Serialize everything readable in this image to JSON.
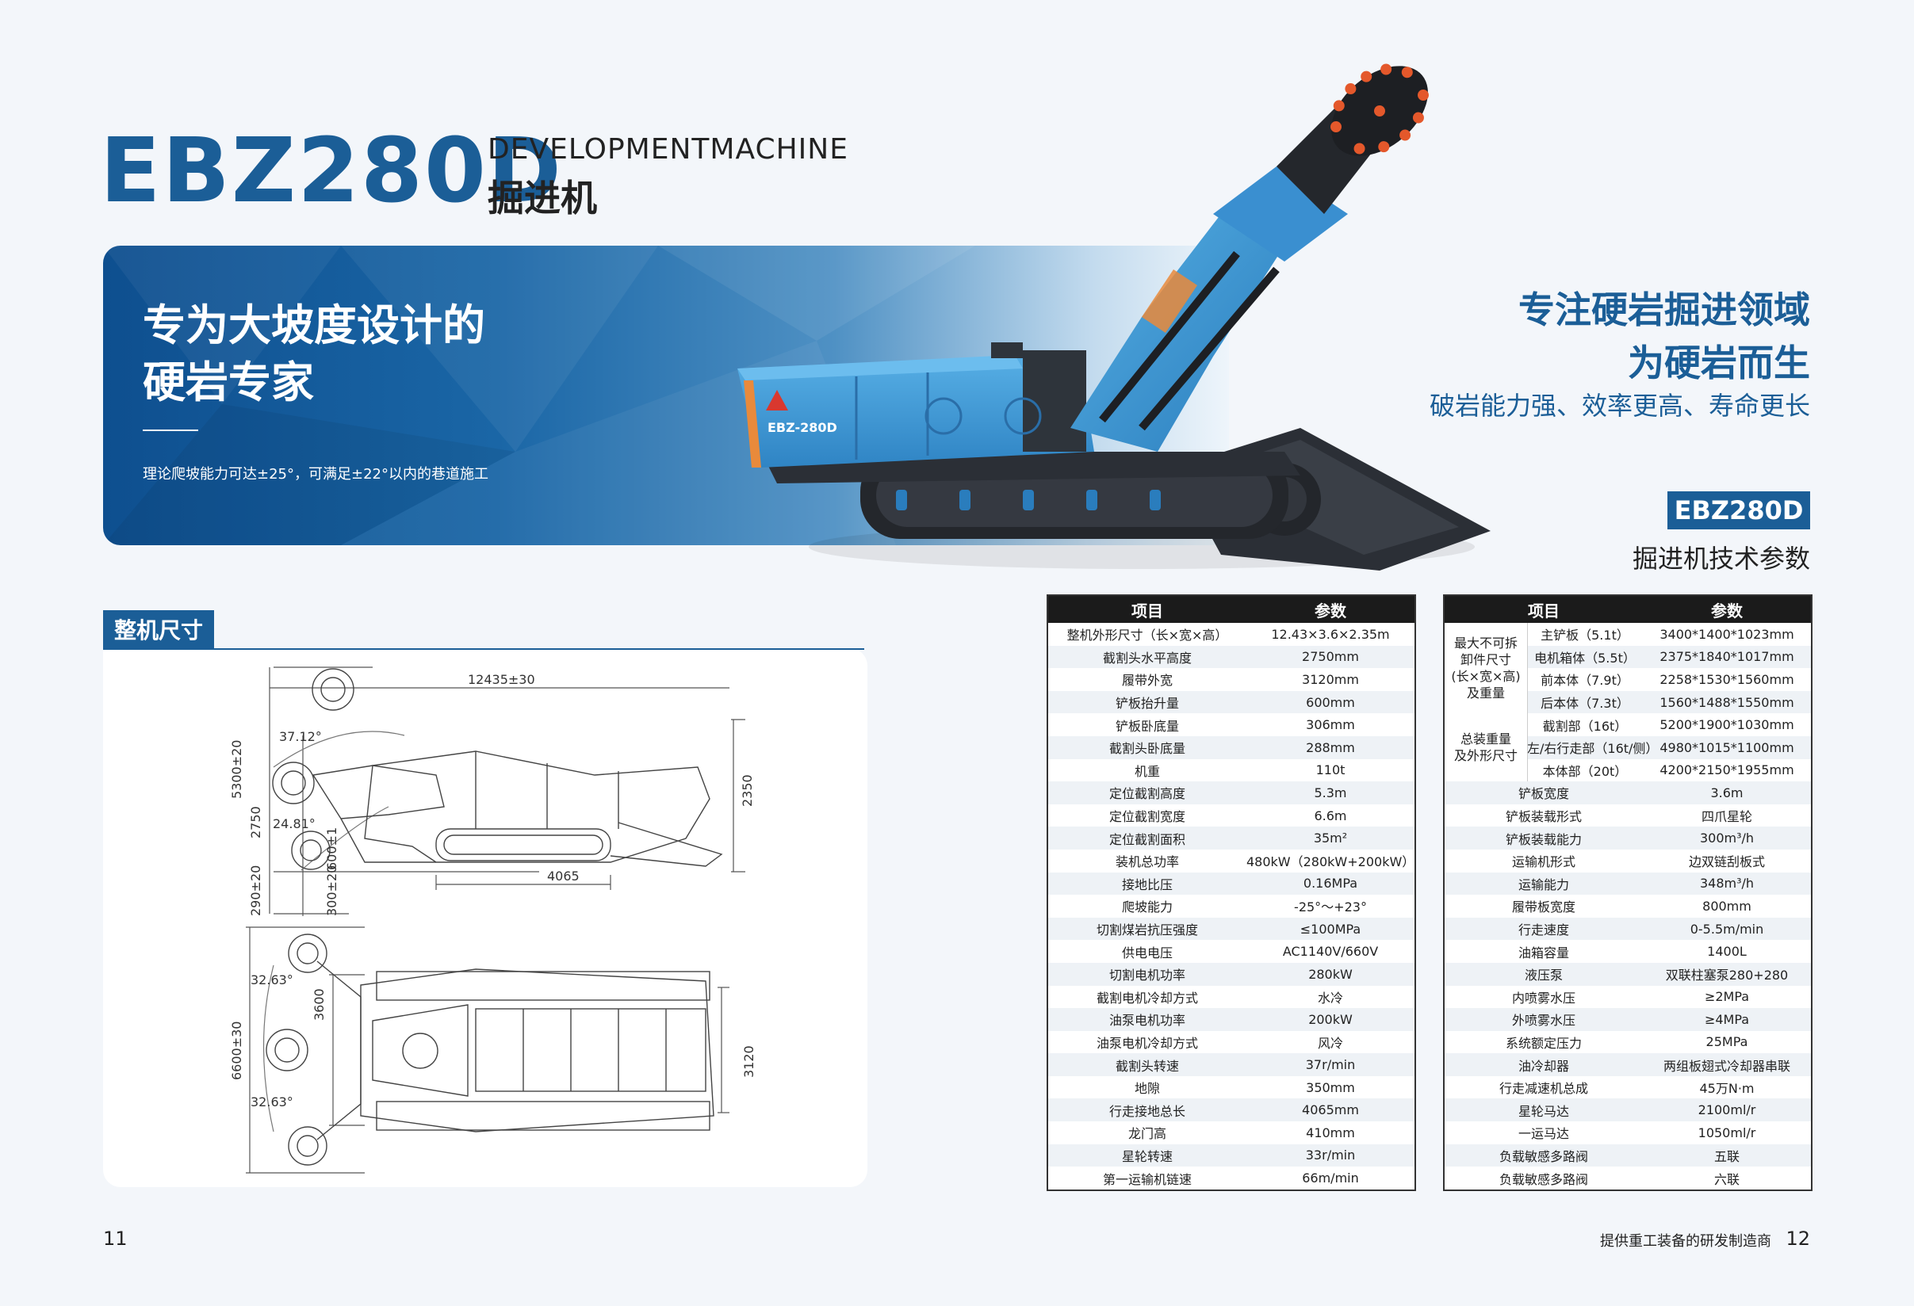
{
  "header": {
    "model": "EBZ280D",
    "subtitle_en": "DEVELOPMENTMACHINE",
    "subtitle_cn": "掘进机"
  },
  "banner": {
    "headline": "专为大坡度设计的\n硬岩专家",
    "note": "理论爬坡能力可达±25°，可满足±22°以内的巷道施工"
  },
  "taglines": {
    "line1": "专注硬岩掘进领域",
    "line2": "为硬岩而生",
    "line3": "破岩能力强、效率更高、寿命更长"
  },
  "machine": {
    "label": "EBZ-280D"
  },
  "spec_badge": {
    "model": "EBZ280D",
    "caption": "掘进机技术参数"
  },
  "dimensions": {
    "label": "整机尺寸",
    "side": {
      "length": "12435±30",
      "angle_top": "37.12°",
      "angle_bottom": "24.81°",
      "height_total": "5300±20",
      "height_cut": "2750",
      "depth_below": "290±20",
      "gap_300": "300±20",
      "shovel_600": "600±1",
      "track": "4065",
      "height_body": "2350"
    },
    "plan": {
      "angle_top": "32.63°",
      "angle_bottom": "32.63°",
      "width_total": "6600±30",
      "width_3600": "3600",
      "width_body": "3120"
    }
  },
  "table1": {
    "headers": [
      "项目",
      "参数"
    ],
    "rows": [
      [
        "整机外形尺寸（长×宽×高）",
        "12.43×3.6×2.35m"
      ],
      [
        "截割头水平高度",
        "2750mm"
      ],
      [
        "履带外宽",
        "3120mm"
      ],
      [
        "铲板抬升量",
        "600mm"
      ],
      [
        "铲板卧底量",
        "306mm"
      ],
      [
        "截割头卧底量",
        "288mm"
      ],
      [
        "机重",
        "110t"
      ],
      [
        "定位截割高度",
        "5.3m"
      ],
      [
        "定位截割宽度",
        "6.6m"
      ],
      [
        "定位截割面积",
        "35m²"
      ],
      [
        "装机总功率",
        "480kW（280kW+200kW）"
      ],
      [
        "接地比压",
        "0.16MPa"
      ],
      [
        "爬坡能力",
        "-25°～+23°"
      ],
      [
        "切割煤岩抗压强度",
        "≤100MPa"
      ],
      [
        "供电电压",
        "AC1140V/660V"
      ],
      [
        "切割电机功率",
        "280kW"
      ],
      [
        "截割电机冷却方式",
        "水冷"
      ],
      [
        "油泵电机功率",
        "200kW"
      ],
      [
        "油泵电机冷却方式",
        "风冷"
      ],
      [
        "截割头转速",
        "37r/min"
      ],
      [
        "地隙",
        "350mm"
      ],
      [
        "行走接地总长",
        "4065mm"
      ],
      [
        "龙门高",
        "410mm"
      ],
      [
        "星轮转速",
        "33r/min"
      ],
      [
        "第一运输机链速",
        "66m/min"
      ]
    ]
  },
  "table2": {
    "headers": [
      "项目",
      "参数"
    ],
    "group1": "最大不可拆\n卸件尺寸\n(长×宽×高)\n及重量",
    "group2": "总装重量\n及外形尺寸",
    "rows": [
      [
        "主铲板（5.1t）",
        "3400*1400*1023mm"
      ],
      [
        "电机箱体（5.5t）",
        "2375*1840*1017mm"
      ],
      [
        "前本体（7.9t）",
        "2258*1530*1560mm"
      ],
      [
        "后本体（7.3t）",
        "1560*1488*1550mm"
      ],
      [
        "截割部（16t）",
        "5200*1900*1030mm"
      ],
      [
        "左/右行走部（16t/侧）",
        "4980*1015*1100mm"
      ],
      [
        "本体部（20t）",
        "4200*2150*1955mm"
      ],
      [
        "铲板宽度",
        "3.6m"
      ],
      [
        "铲板装载形式",
        "四爪星轮"
      ],
      [
        "铲板装载能力",
        "300m³/h"
      ],
      [
        "运输机形式",
        "边双链刮板式"
      ],
      [
        "运输能力",
        "348m³/h"
      ],
      [
        "履带板宽度",
        "800mm"
      ],
      [
        "行走速度",
        "0-5.5m/min"
      ],
      [
        "油箱容量",
        "1400L"
      ],
      [
        "液压泵",
        "双联柱塞泵280+280"
      ],
      [
        "内喷雾水压",
        "≥2MPa"
      ],
      [
        "外喷雾水压",
        "≥4MPa"
      ],
      [
        "系统额定压力",
        "25MPa"
      ],
      [
        "油冷却器",
        "两组板翅式冷却器串联"
      ],
      [
        "行走减速机总成",
        "45万N·m"
      ],
      [
        "星轮马达",
        "2100ml/r"
      ],
      [
        "一运马达",
        "1050ml/r"
      ],
      [
        "负载敏感多路阀",
        "五联"
      ],
      [
        "负载敏感多路阀",
        "六联"
      ]
    ]
  },
  "footer": {
    "page_left": "11",
    "tagline": "提供重工装备的研发制造商",
    "page_right": "12"
  },
  "colors": {
    "brand_blue": "#1b5e97",
    "machine_blue": "#3d9ad8",
    "dark": "#1b1b1b"
  }
}
